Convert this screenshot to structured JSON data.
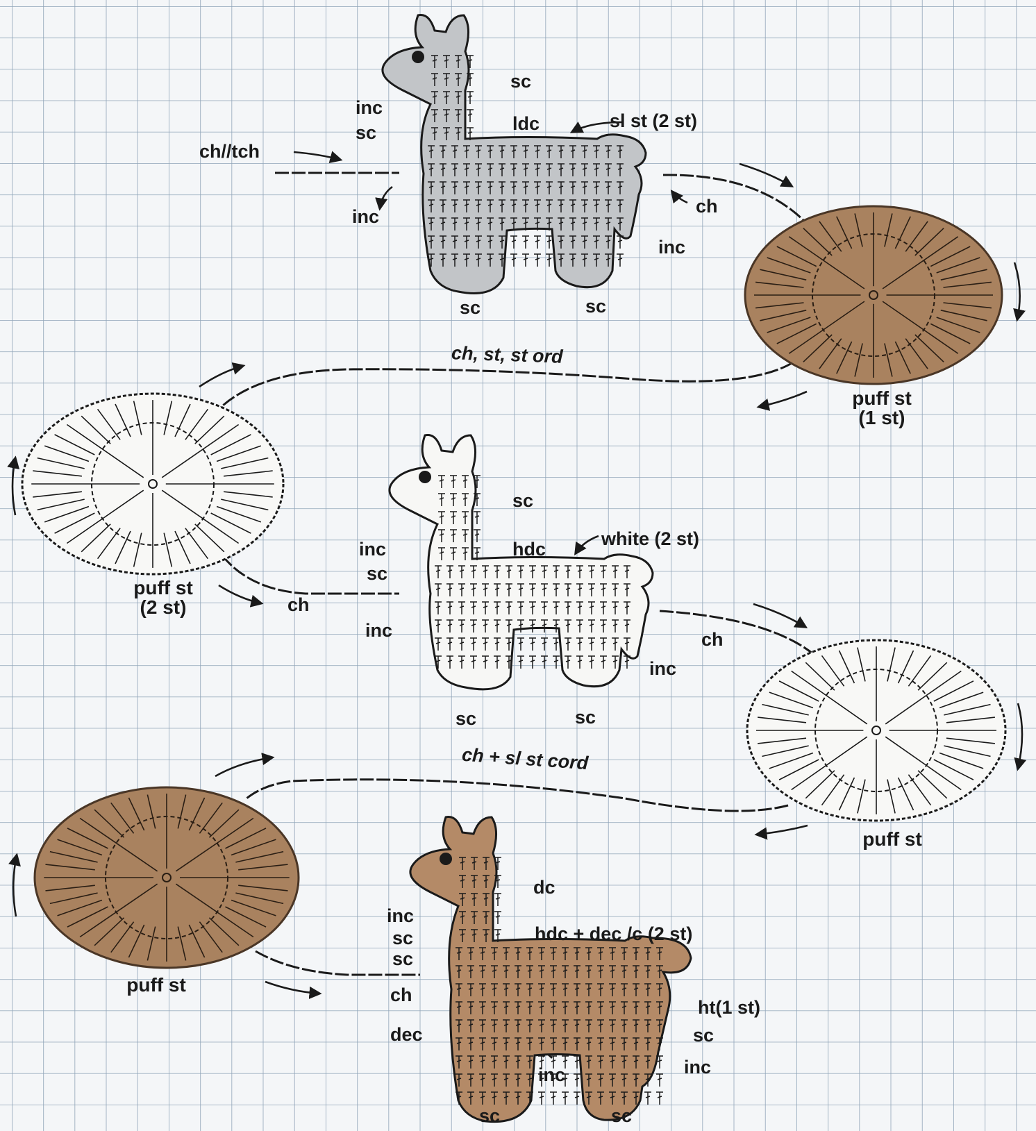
{
  "colors": {
    "grid_bg": "#f4f6f8",
    "grid_line": "#8fa4b8",
    "llama_gray": "#c2c5c8",
    "llama_white": "#f7f7f5",
    "llama_brown": "#b48a67",
    "yarn_brown": "#a9825f",
    "ink": "#1a1a1a"
  },
  "icons": [
    "llama-gray-chart",
    "llama-white-chart",
    "llama-brown-chart",
    "puff-yarn-ball",
    "chain-cord",
    "direction-arrow"
  ],
  "llama_gray": {
    "sc_head": "sc",
    "inc_neck": "inc",
    "sc_neck": "sc",
    "chstitch": "ch//tch",
    "ldc": "ldc",
    "sl_st": "sl st (2 st)",
    "inc_chest": "inc",
    "ch_tail": "ch",
    "inc_back": "inc",
    "sc_leg1": "sc",
    "sc_leg2": "sc"
  },
  "cord_1": {
    "label": "ch, st, st ord"
  },
  "ball_1": {
    "label": "puff st\n(1 st)"
  },
  "ball_2": {
    "label": "puff st\n(2 st)",
    "ch": "ch"
  },
  "llama_white": {
    "sc_head": "sc",
    "inc_neck": "inc",
    "sc_neck": "sc",
    "hdc": "hdc",
    "white": "white (2 st)",
    "inc_chest": "inc",
    "ch_tail": "ch",
    "inc_back": "inc",
    "sc_leg1": "sc",
    "sc_leg2": "sc"
  },
  "ball_3": {
    "label": "puff st"
  },
  "cord_2": {
    "label": "ch + sl st cord"
  },
  "ball_4": {
    "label": "puff st"
  },
  "llama_brown": {
    "dc": "dc",
    "inc_neck": "inc",
    "sc_neck1": "sc",
    "sc_neck2": "sc",
    "hdc_dec": "hdc + dec /c (2 st)",
    "ch_chest": "ch",
    "ht": "ht(1 st)",
    "sc_back": "sc",
    "dec_chest": "dec",
    "inc_back": "inc",
    "inc_belly": "inc",
    "sc_leg1": "sc",
    "sc_leg2": "sc"
  }
}
